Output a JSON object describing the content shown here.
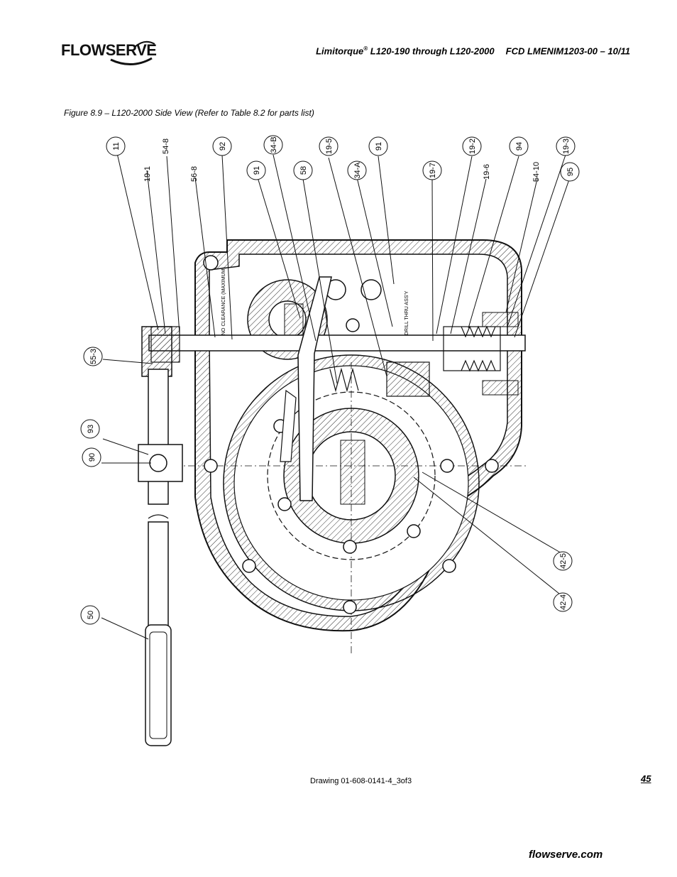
{
  "header": {
    "logo_text": "FLOWSERVE",
    "product": "Limitorque",
    "registered_mark": "®",
    "product_range": " L120-190 through L120-2000",
    "document_code": "FCD LMENIM1203-00 – 10/11"
  },
  "figure": {
    "caption": "Figure 8.9 – L120-2000 Side View (Refer to Table 8.2 for parts list)",
    "callouts": [
      "11",
      "19-1",
      "54-8",
      "56-8",
      "92",
      "34-B",
      "91",
      "58",
      "19-5",
      "34-A",
      "91",
      "19-7",
      "19-2",
      "19-6",
      "94",
      "54-10",
      "19-3",
      "95",
      "55-3",
      "93",
      "90",
      "50",
      "42-5",
      "42-4"
    ],
    "annotations": [
      "NO CLEARANCE (MAXIMUM)",
      "DRILL THRU ASS'Y"
    ],
    "drawing_number": "Drawing  01-608-0141-4_3of3"
  },
  "footer": {
    "page_number": "45",
    "website": "flowserve.com"
  }
}
